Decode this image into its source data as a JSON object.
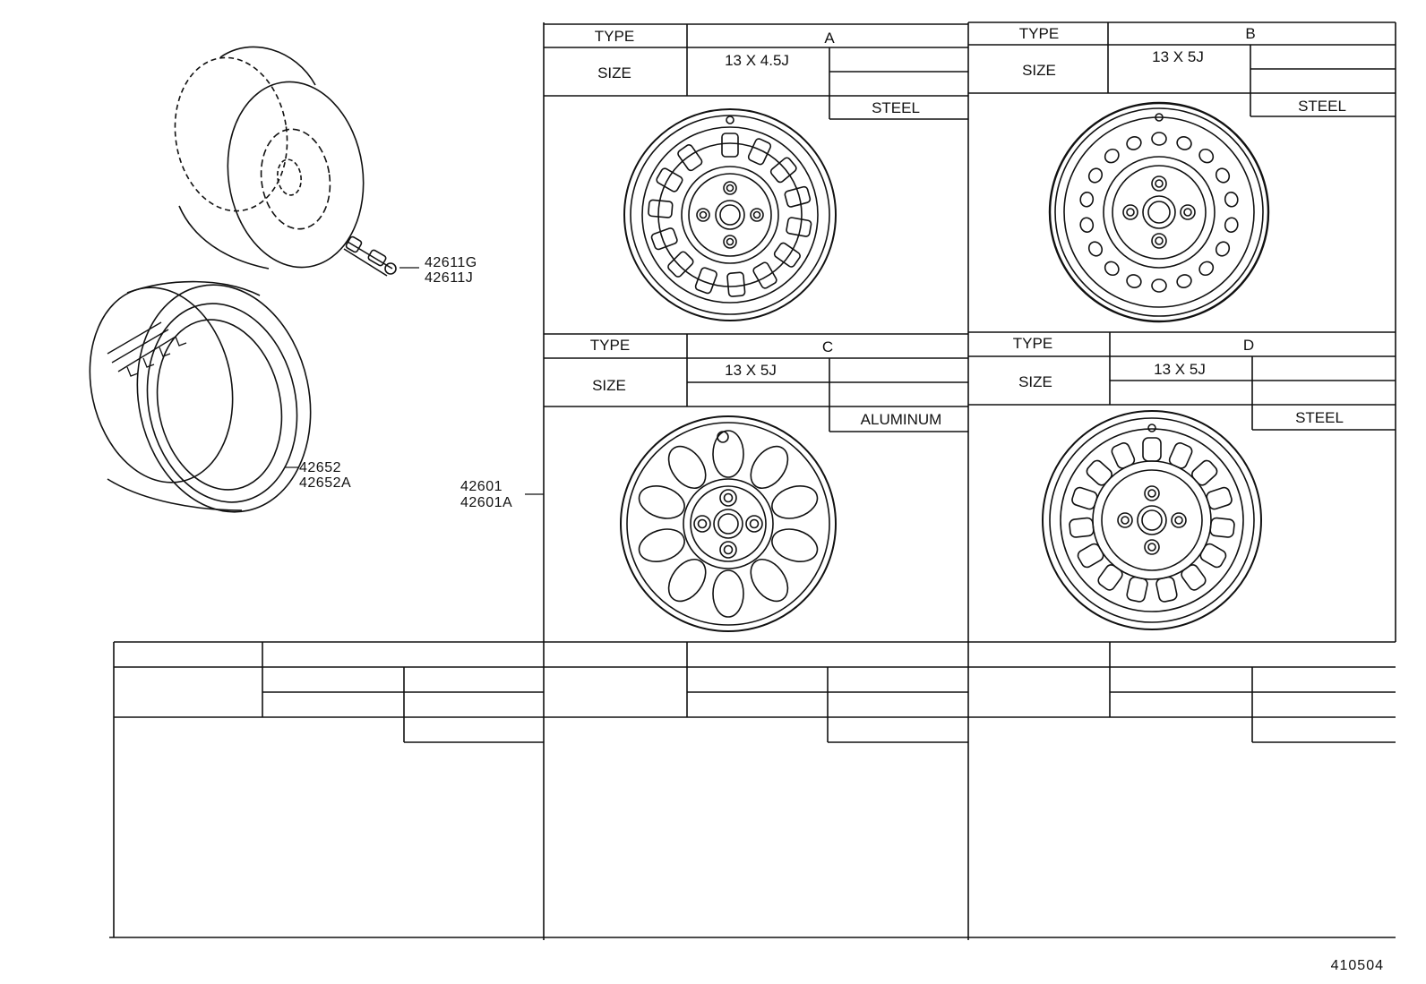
{
  "cells": {
    "A": {
      "type_label": "TYPE",
      "type_value": "A",
      "size_label": "SIZE",
      "size_value": "13 X 4.5J",
      "material": "STEEL"
    },
    "B": {
      "type_label": "TYPE",
      "type_value": "B",
      "size_label": "SIZE",
      "size_value": "13 X 5J",
      "material": "STEEL"
    },
    "C": {
      "type_label": "TYPE",
      "type_value": "C",
      "size_label": "SIZE",
      "size_value": "13 X 5J",
      "material": "ALUMINUM"
    },
    "D": {
      "type_label": "TYPE",
      "type_value": "D",
      "size_label": "SIZE",
      "size_value": "13 X 5J",
      "material": "STEEL"
    }
  },
  "parts": {
    "valve": [
      "42611G",
      "42611J"
    ],
    "tire": [
      "42652",
      "42652A"
    ],
    "wheel": [
      "42601",
      "42601A"
    ]
  },
  "diagram_code": "410504"
}
